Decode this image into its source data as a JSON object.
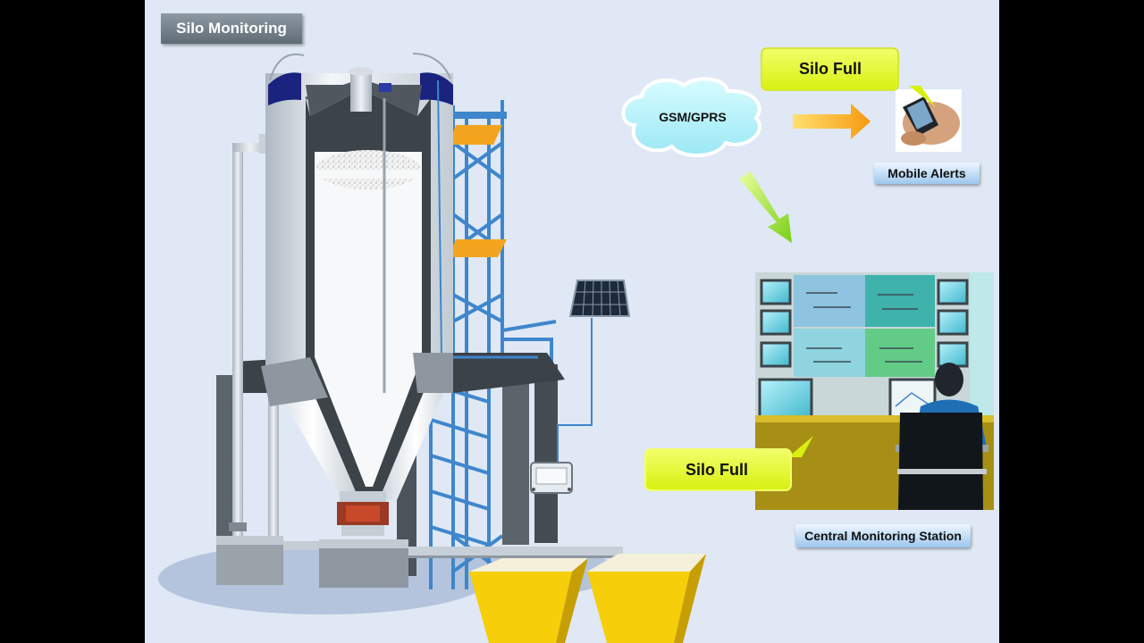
{
  "title": "Silo Monitoring",
  "network": {
    "label": "GSM/GPRS"
  },
  "alerts": {
    "mobile_message": "Silo Full",
    "mobile_caption": "Mobile Alerts",
    "station_message": "Silo Full",
    "station_caption": "Central Monitoring Station"
  },
  "colors": {
    "background": "#dfe8f4",
    "callout": "#e4fb1c",
    "cloud": "#bdf5fb",
    "arrow_orange": "#f7a21c",
    "arrow_green": "#9ae12a",
    "hopper": "#f6cf0a",
    "steel_blue": "#3f86cc"
  }
}
